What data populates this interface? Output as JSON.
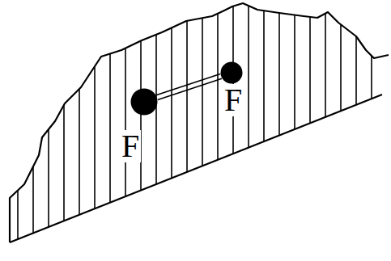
{
  "diagram": {
    "nodes": [
      {
        "text": [
          "F"
        ]
      },
      {
        "text": [
          "F"
        ]
      }
    ],
    "edges": [
      {
        "from": 0,
        "to": 1,
        "arrow": "none"
      }
    ]
  }
}
